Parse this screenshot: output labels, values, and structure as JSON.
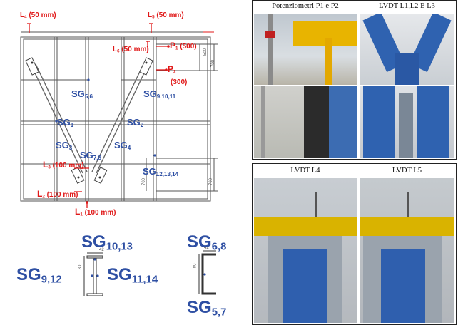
{
  "frame_labels": {
    "L4": {
      "name": "L",
      "sub": "4",
      "note": "(50 mm)"
    },
    "L5": {
      "name": "L",
      "sub": "5",
      "note": "(50 mm)"
    },
    "L6": {
      "name": "L",
      "sub": "6",
      "note": "(50 mm)"
    },
    "P1": {
      "name": "P",
      "sub": "1",
      "note": "(500)"
    },
    "P2": {
      "name": "P",
      "sub": "2",
      "note": "(300)"
    },
    "L3": {
      "name": "L",
      "sub": "3",
      "note": "(100 mm)"
    },
    "L2": {
      "name": "L",
      "sub": "2",
      "note": "(100 mm)"
    },
    "L1": {
      "name": "L",
      "sub": "1",
      "note": "(100 mm)"
    }
  },
  "gauge_labels": {
    "sg56": {
      "name": "SG",
      "sub": "5,6"
    },
    "sg91011": {
      "name": "SG",
      "sub": "9,10,11"
    },
    "sg1": {
      "name": "SG",
      "sub": "1"
    },
    "sg2": {
      "name": "SG",
      "sub": "2"
    },
    "sg3": {
      "name": "SG",
      "sub": "3"
    },
    "sg4": {
      "name": "SG",
      "sub": "4"
    },
    "sg78": {
      "name": "SG",
      "sub": "7,8"
    },
    "sg121314": {
      "name": "SG",
      "sub": "12,13,14"
    }
  },
  "dimensions": {
    "d500": "500",
    "d700a": "700",
    "d700b": "700",
    "d700c": "700",
    "d42": "42",
    "d80": "80",
    "d42b": "42",
    "d80b": "80"
  },
  "section_labels": {
    "sg1013": {
      "name": "SG",
      "sub": "10,13"
    },
    "sg912": {
      "name": "SG",
      "sub": "9,12"
    },
    "sg1114": {
      "name": "SG",
      "sub": "11,14"
    },
    "sg68": {
      "name": "SG",
      "sub": "6,8"
    },
    "sg57": {
      "name": "SG",
      "sub": "5,7"
    }
  },
  "photo_panels": {
    "top": {
      "left_header": "Potenziometri  P1 e P2",
      "right_header": "LVDT L1,L2 E L3"
    },
    "bottom": {
      "left_header": "LVDT L4",
      "right_header": "LVDT L5"
    }
  },
  "colors": {
    "label_red": "#e01818",
    "label_blue": "#2e4fa3",
    "frame": "#555555"
  }
}
